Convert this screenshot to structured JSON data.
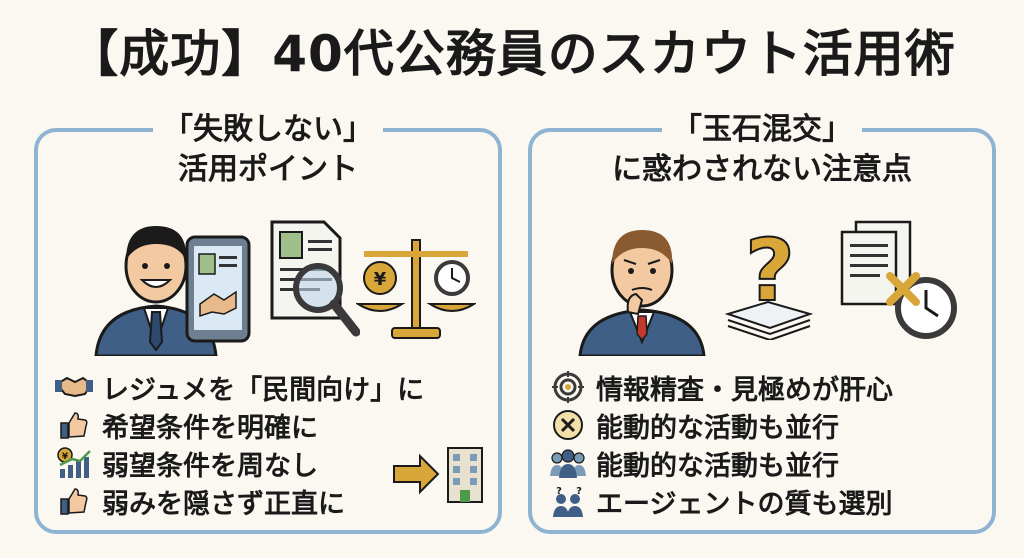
{
  "title": "【成功】40代公務員のスカウト活用術",
  "left_panel": {
    "heading_line1": "「失敗しない」",
    "heading_line2": "活用ポイント",
    "items": [
      {
        "icon": "handshake-icon",
        "text": "レジュメを「民間向け」に"
      },
      {
        "icon": "thumbs-up-icon",
        "text": "希望条件を明確に"
      },
      {
        "icon": "growth-chart-icon",
        "text": "弱望条件を周なし"
      },
      {
        "icon": "thumbs-up-icon",
        "text": "弱みを隠さず正直に"
      }
    ]
  },
  "right_panel": {
    "heading_line1": "「玉石混交」",
    "heading_line2": "に惑わされない注意点",
    "items": [
      {
        "icon": "target-icon",
        "text": "情報精査・見極めが肝心"
      },
      {
        "icon": "cross-circle-icon",
        "text": "能動的な活動も並行"
      },
      {
        "icon": "people-icon",
        "text": "能動的な活動も並行"
      },
      {
        "icon": "people-question-icon",
        "text": "エージェントの質も選別"
      }
    ]
  },
  "colors": {
    "panel_border": "#8fb4d2",
    "accent_gold": "#d9a63a",
    "suit_blue": "#3f5f86"
  }
}
